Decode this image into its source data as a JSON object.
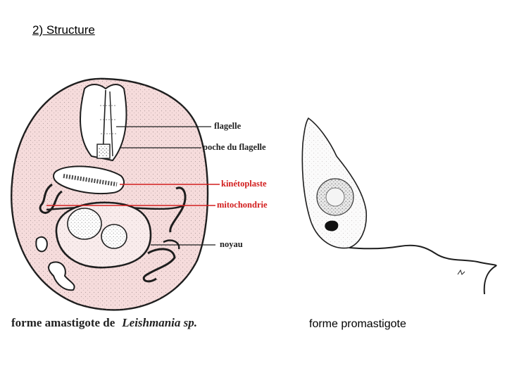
{
  "title": "2) Structure",
  "labels": {
    "flagelle": "flagelle",
    "poche": "poche du flagelle",
    "kinetoplaste": "kinétoplaste",
    "mitochondrie": "mitochondrie",
    "noyau": "noyau"
  },
  "captions": {
    "amastigote_prefix": "forme amastigote de",
    "amastigote_genus": "Leishmania sp.",
    "promastigote": "forme promastigote"
  },
  "colors": {
    "cell_fill": "#f6dcdc",
    "leader_red": "#d21e1e",
    "outline": "#1e1e1e"
  }
}
